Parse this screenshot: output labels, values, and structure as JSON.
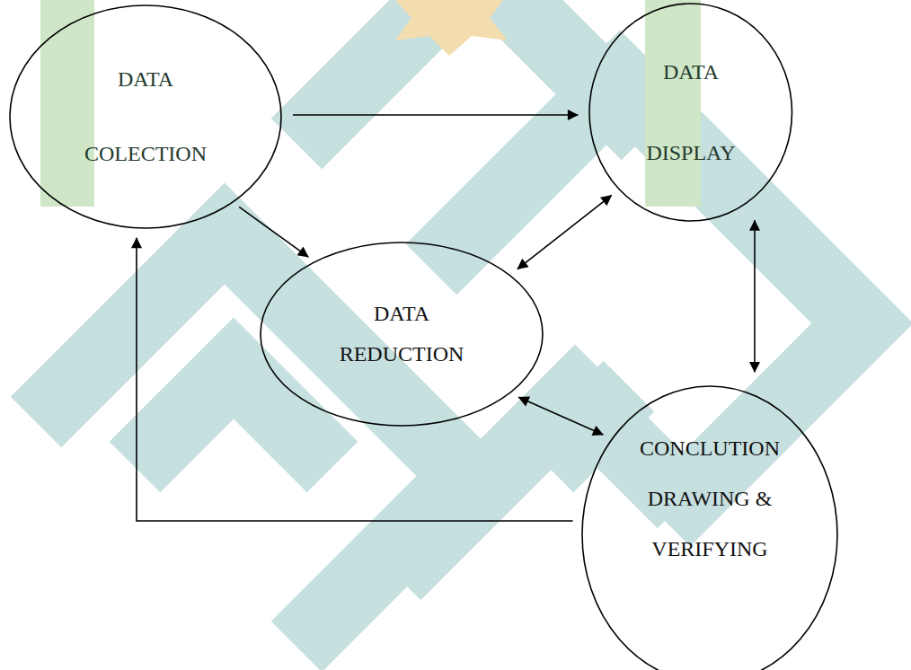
{
  "diagram": {
    "nodes": [
      {
        "text": [
          "DATA COLECTION"
        ]
      },
      {
        "text": [
          "DATA DISPLAY"
        ]
      },
      {
        "text": [
          "DATA REDUCTION"
        ]
      },
      {
        "text": [
          "CONCLUTION DRAWING & VERIFYING"
        ]
      }
    ],
    "edges": [
      {
        "from": 0,
        "to": 1,
        "arrow": "to"
      },
      {
        "from": 0,
        "to": 2,
        "arrow": "to"
      },
      {
        "from": 2,
        "to": 1,
        "arrow": "both"
      },
      {
        "from": 1,
        "to": 3,
        "arrow": "both"
      },
      {
        "from": 2,
        "to": 3,
        "arrow": "both"
      },
      {
        "from": 3,
        "to": 0,
        "arrow": "to"
      }
    ]
  }
}
